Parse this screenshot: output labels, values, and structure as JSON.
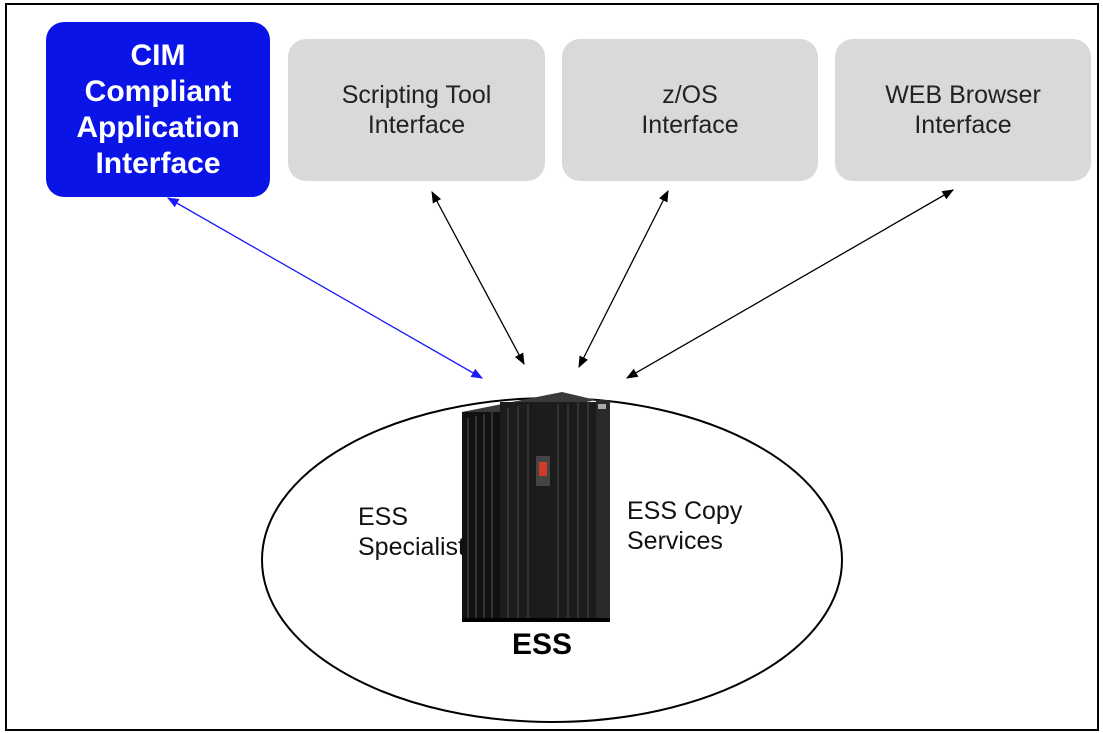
{
  "interfaces": {
    "cim": {
      "lines": [
        "CIM",
        "Compliant",
        "Application",
        "Interface"
      ],
      "color": "#0a14e6"
    },
    "scripting": {
      "lines": [
        "Scripting Tool",
        "Interface"
      ]
    },
    "zos": {
      "lines": [
        "z/OS",
        "Interface"
      ]
    },
    "web": {
      "lines": [
        "WEB Browser",
        "Interface"
      ]
    }
  },
  "ess": {
    "title": "ESS",
    "specialist": [
      "ESS",
      "Specialist"
    ],
    "copy_services": [
      "ESS Copy",
      "Services"
    ]
  },
  "colors": {
    "interface_fill": "#d9d9d9",
    "cim_link": "#1a1aff",
    "link": "#000000"
  }
}
